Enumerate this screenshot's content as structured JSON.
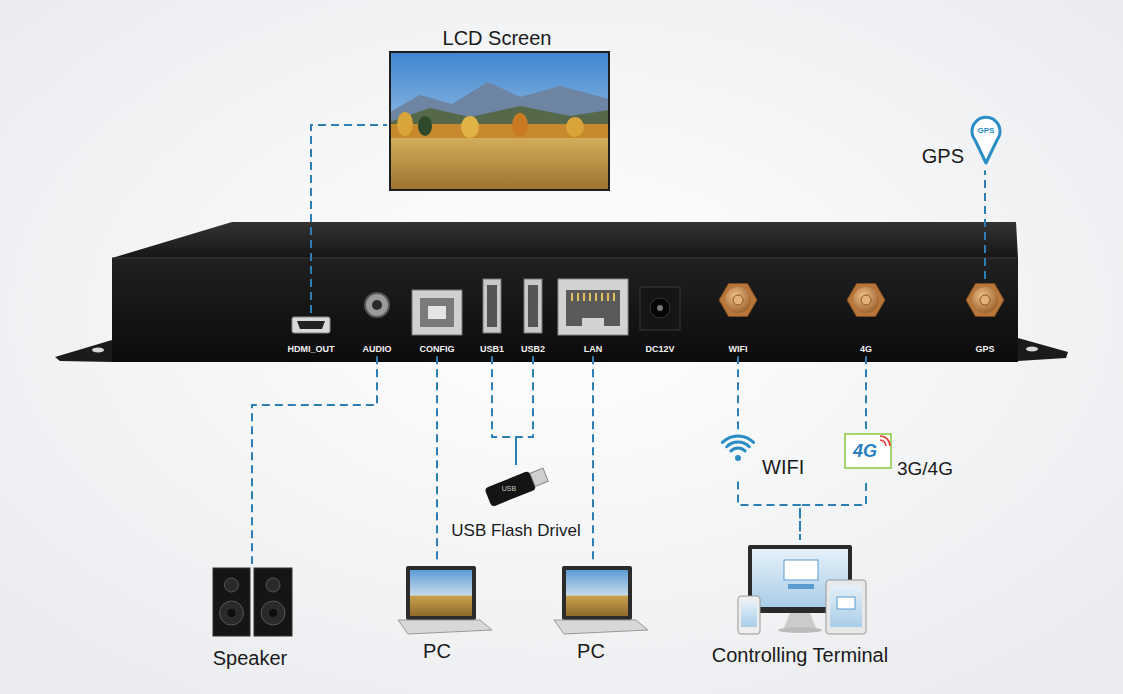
{
  "diagram": {
    "nodes": [
      {
        "text": [
          "LCD Screen"
        ]
      },
      {
        "text": [
          "GPS"
        ]
      },
      {
        "text": [
          "HDMI_OUT"
        ]
      },
      {
        "text": [
          "AUDIO"
        ]
      },
      {
        "text": [
          "CONFIG"
        ]
      },
      {
        "text": [
          "USB1"
        ]
      },
      {
        "text": [
          "USB2"
        ]
      },
      {
        "text": [
          "LAN"
        ]
      },
      {
        "text": [
          "DC12V"
        ]
      },
      {
        "text": [
          "WIFI"
        ]
      },
      {
        "text": [
          "4G"
        ]
      },
      {
        "text": [
          "GPS"
        ]
      },
      {
        "text": [
          "WIFI"
        ]
      },
      {
        "text": [
          "3G/4G"
        ]
      },
      {
        "text": [
          "USB Flash Drivel"
        ]
      },
      {
        "text": [
          "Speaker"
        ]
      },
      {
        "text": [
          "PC"
        ]
      },
      {
        "text": [
          "PC"
        ]
      },
      {
        "text": [
          "Controlling Terminal"
        ]
      }
    ],
    "edges": [
      {
        "from": 2,
        "to": 0,
        "arrow": "none"
      },
      {
        "from": 11,
        "to": 1,
        "arrow": "none"
      },
      {
        "from": 3,
        "to": 15,
        "arrow": "none"
      },
      {
        "from": 4,
        "to": 16,
        "arrow": "none"
      },
      {
        "from": 5,
        "to": 14,
        "arrow": "none"
      },
      {
        "from": 6,
        "to": 14,
        "arrow": "none"
      },
      {
        "from": 7,
        "to": 17,
        "arrow": "none"
      },
      {
        "from": 9,
        "to": 12,
        "arrow": "none"
      },
      {
        "from": 10,
        "to": 13,
        "arrow": "none"
      },
      {
        "from": 12,
        "to": 18,
        "arrow": "none"
      },
      {
        "from": 13,
        "to": 18,
        "arrow": "none"
      }
    ],
    "labels": [
      "GPS",
      "4G",
      "USB"
    ]
  }
}
